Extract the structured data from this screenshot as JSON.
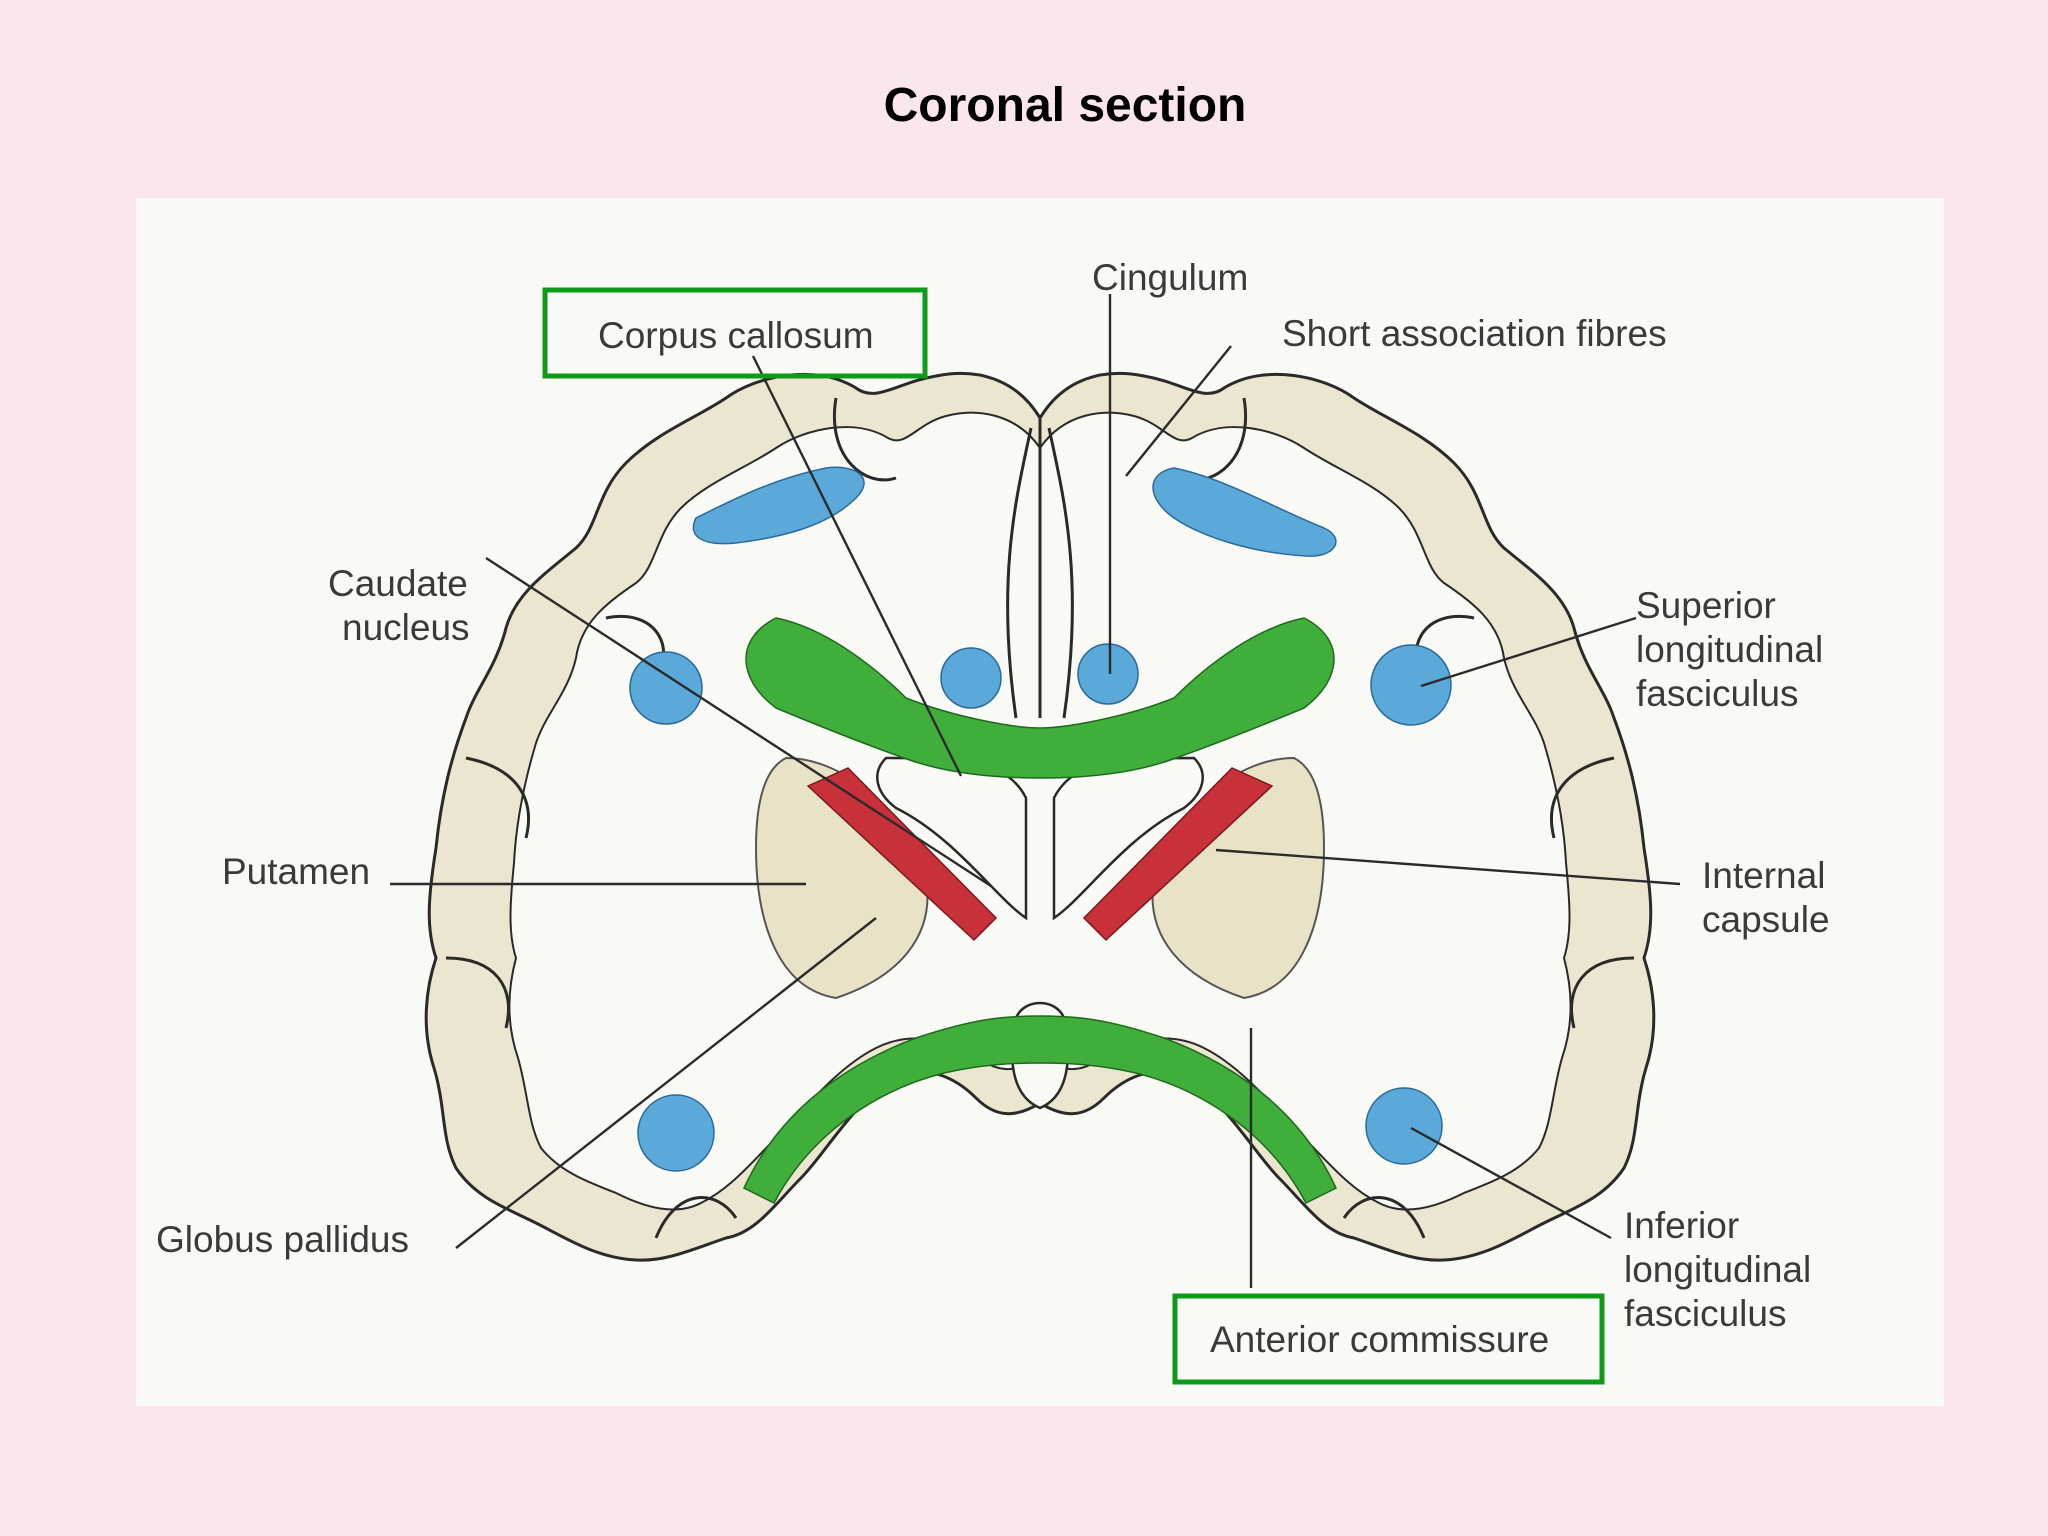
{
  "title": "Coronal section",
  "labels": {
    "corpus_callosum": "Corpus callosum",
    "cingulum": "Cingulum",
    "short_association_fibres": "Short association fibres",
    "caudate_nucleus_1": "Caudate",
    "caudate_nucleus_2": "nucleus",
    "superior_lf_1": "Superior",
    "superior_lf_2": "longitudinal",
    "superior_lf_3": "fasciculus",
    "putamen": "Putamen",
    "internal_capsule_1": "Internal",
    "internal_capsule_2": "capsule",
    "globus_pallidus": "Globus pallidus",
    "inferior_lf_1": "Inferior",
    "inferior_lf_2": "longitudinal",
    "inferior_lf_3": "fasciculus",
    "anterior_commissure": "Anterior commissure"
  },
  "colors": {
    "background": "#fbe6ee",
    "figure_background": "#f9f9f6",
    "highlight_box": "#0f9a1a",
    "commissural_fibres": "#3fae3a",
    "association_fibres": "#5aa9d8",
    "projection_fibres": "#c8303a",
    "grey_matter": "#ebe6cf"
  }
}
